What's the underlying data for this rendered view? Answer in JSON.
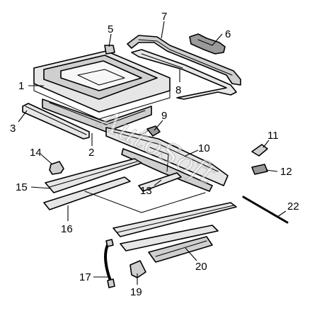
{
  "watermark": "AutoSoft",
  "callouts": [
    {
      "id": "callout-1",
      "label": "1"
    },
    {
      "id": "callout-2",
      "label": "2"
    },
    {
      "id": "callout-3",
      "label": "3"
    },
    {
      "id": "callout-5",
      "label": "5"
    },
    {
      "id": "callout-6",
      "label": "6"
    },
    {
      "id": "callout-7",
      "label": "7"
    },
    {
      "id": "callout-8",
      "label": "8"
    },
    {
      "id": "callout-9",
      "label": "9"
    },
    {
      "id": "callout-10",
      "label": "10"
    },
    {
      "id": "callout-11",
      "label": "11"
    },
    {
      "id": "callout-12",
      "label": "12"
    },
    {
      "id": "callout-13",
      "label": "13"
    },
    {
      "id": "callout-14",
      "label": "14"
    },
    {
      "id": "callout-15",
      "label": "15"
    },
    {
      "id": "callout-16",
      "label": "16"
    },
    {
      "id": "callout-17",
      "label": "17"
    },
    {
      "id": "callout-19",
      "label": "19"
    },
    {
      "id": "callout-20",
      "label": "20"
    },
    {
      "id": "callout-22",
      "label": "22"
    }
  ]
}
